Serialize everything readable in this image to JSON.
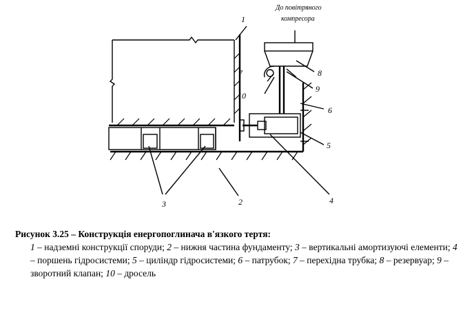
{
  "diagram": {
    "note_line1": "До повітряного",
    "note_line2": "компресора",
    "labels": {
      "l1": "1",
      "l2": "2",
      "l3": "3",
      "l4": "4",
      "l5": "5",
      "l6": "6",
      "l7": "7",
      "l8": "8",
      "l9": "9",
      "l10": "10"
    }
  },
  "caption": {
    "title": "Рисунок 3.25 – Конструкція енергопоглинача в'язкого тертя:",
    "items": [
      {
        "num": "1",
        "text": " – надземні конструкції споруди; "
      },
      {
        "num": "2",
        "text": " – нижня частина фундаменту; "
      },
      {
        "num": "3",
        "text": " – вертикальні амортизуючі елементи; "
      },
      {
        "num": "4",
        "text": " – поршень гідросистеми; "
      },
      {
        "num": "5",
        "text": " – циліндр гідросистеми; "
      },
      {
        "num": "6",
        "text": " – патрубок; "
      },
      {
        "num": "7",
        "text": " – перехідна трубка; "
      },
      {
        "num": "8",
        "text": " – резервуар; "
      },
      {
        "num": "9",
        "text": " – зворотний клапан; "
      },
      {
        "num": "10",
        "text": " – дросель"
      }
    ]
  }
}
